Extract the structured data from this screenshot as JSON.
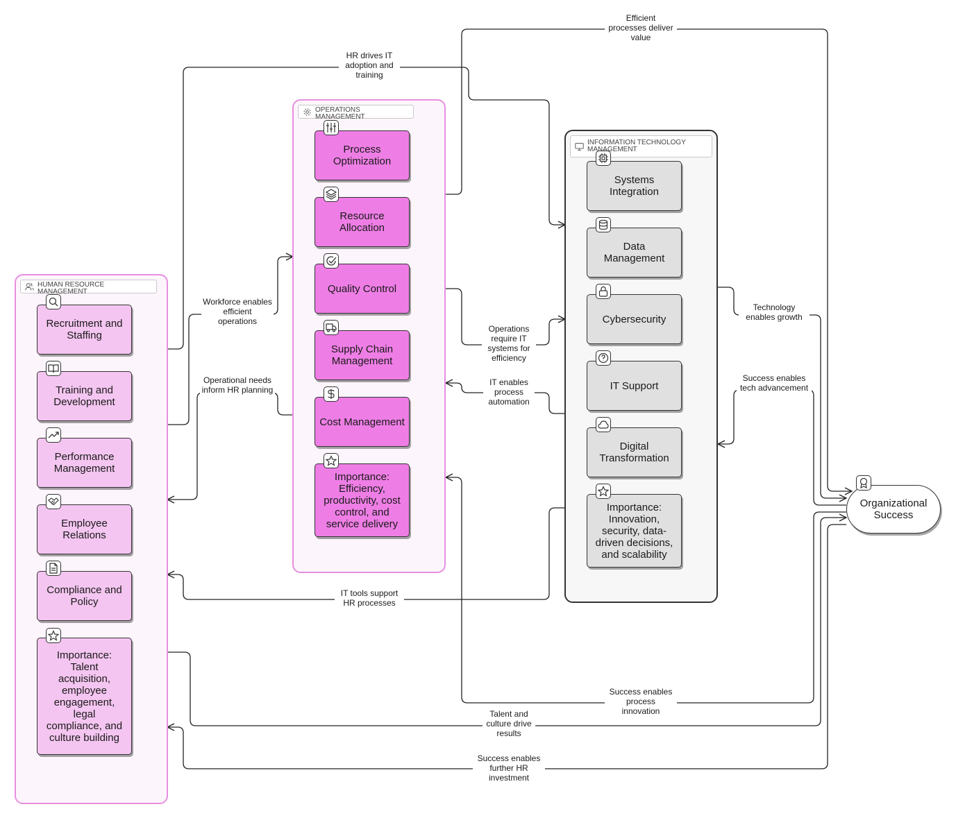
{
  "groups": {
    "hr": {
      "label": "HUMAN RESOURCE MANAGEMENT",
      "icon": "users-icon"
    },
    "ops": {
      "label": "OPERATIONS MANAGEMENT",
      "icon": "gear-icon"
    },
    "it": {
      "label": "INFORMATION TECHNOLOGY MANAGEMENT",
      "icon": "monitor-icon"
    }
  },
  "hr_nodes": [
    {
      "label": "Recruitment and Staffing",
      "icon": "search-icon"
    },
    {
      "label": "Training and Development",
      "icon": "book-icon"
    },
    {
      "label": "Performance Management",
      "icon": "trending-up-icon"
    },
    {
      "label": "Employee Relations",
      "icon": "handshake-icon"
    },
    {
      "label": "Compliance and Policy",
      "icon": "document-icon"
    },
    {
      "label": "Importance: Talent acquisition, employee engagement, legal compliance, and culture building",
      "icon": "star-icon"
    }
  ],
  "ops_nodes": [
    {
      "label": "Process Optimization",
      "icon": "sliders-icon"
    },
    {
      "label": "Resource Allocation",
      "icon": "layers-icon"
    },
    {
      "label": "Quality Control",
      "icon": "check-circle-icon"
    },
    {
      "label": "Supply Chain Management",
      "icon": "truck-icon"
    },
    {
      "label": "Cost Management",
      "icon": "dollar-icon"
    },
    {
      "label": "Importance: Efficiency, productivity, cost control, and service delivery",
      "icon": "star-icon"
    }
  ],
  "it_nodes": [
    {
      "label": "Systems Integration",
      "icon": "cpu-icon"
    },
    {
      "label": "Data Management",
      "icon": "database-icon"
    },
    {
      "label": "Cybersecurity",
      "icon": "lock-icon"
    },
    {
      "label": "IT Support",
      "icon": "help-circle-icon"
    },
    {
      "label": "Digital Transformation",
      "icon": "cloud-icon"
    },
    {
      "label": "Importance: Innovation, security, data-driven decisions, and scalability",
      "icon": "star-icon"
    }
  ],
  "terminal": {
    "label": "Organizational Success",
    "icon": "award-icon"
  },
  "edge_labels": {
    "efficient_processes": "Efficient processes deliver value",
    "hr_drives_it": "HR drives IT adoption and training",
    "workforce": "Workforce enables efficient operations",
    "operational_needs": "Operational needs inform HR planning",
    "ops_require_it": "Operations require IT systems for efficiency",
    "it_enables_automation": "IT enables process automation",
    "tech_growth": "Technology enables growth",
    "success_tech": "Success enables tech advancement",
    "it_tools_hr": "IT tools support HR processes",
    "success_process": "Success enables process innovation",
    "talent_culture": "Talent and culture drive results",
    "success_hr": "Success enables further HR investment"
  },
  "colors": {
    "hr_fill": "#f4c5f0",
    "ops_fill": "#ee7ee5",
    "it_fill": "#e0e0e0",
    "group_border_pink": "#e78fe0"
  }
}
